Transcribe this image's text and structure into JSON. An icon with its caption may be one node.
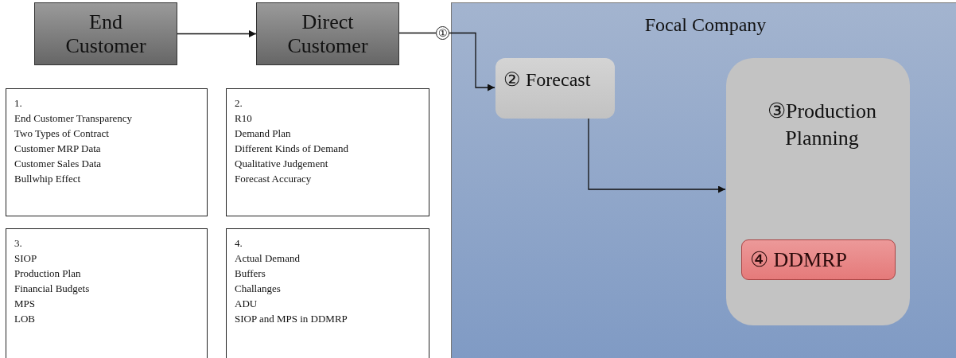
{
  "diagram": {
    "nodes": [
      {
        "text": [
          "End Customer"
        ]
      },
      {
        "text": [
          "Direct Customer"
        ]
      },
      {
        "text": [
          "1.",
          "End Customer Transparency",
          "Two Types of Contract",
          "Customer MRP Data",
          "Customer Sales Data",
          "Bullwhip  Effect"
        ]
      },
      {
        "text": [
          "2.",
          "R10",
          "Demand Plan",
          "Different Kinds of Demand",
          "Qualitative Judgement",
          "Forecast Accuracy"
        ]
      },
      {
        "text": [
          "3.",
          "SIOP",
          "Production Plan",
          "Financial Budgets",
          "MPS",
          "LOB"
        ]
      },
      {
        "text": [
          "4.",
          "Actual Demand",
          "Buffers",
          "Challanges",
          "ADU",
          "SIOP and MPS in DDMRP"
        ]
      },
      {
        "text": [
          "Focal Company"
        ]
      },
      {
        "text": [
          "①"
        ]
      },
      {
        "text": [
          "② Forecast"
        ],
        "in": 6
      },
      {
        "text": [
          "③Production Planning"
        ],
        "in": 6
      },
      {
        "text": [
          "④ DDMRP"
        ],
        "in": 9
      }
    ],
    "edges": [
      {
        "from": 0,
        "to": 1,
        "arrow": "to"
      },
      {
        "from": 1,
        "to": 7,
        "arrow": "none"
      },
      {
        "from": 7,
        "to": 8,
        "arrow": "to"
      },
      {
        "from": 8,
        "to": 9,
        "arrow": "to"
      }
    ]
  }
}
